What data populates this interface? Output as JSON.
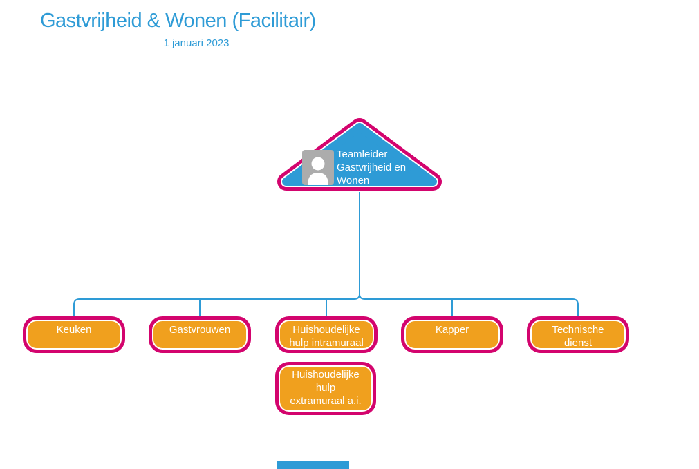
{
  "title": "Gastvrijheid & Wonen (Facilitair)",
  "subtitle": "1 januari 2023",
  "colors": {
    "accent_blue": "#2E9BD6",
    "border_magenta": "#D3046E",
    "node_orange": "#F0A01E",
    "node_text": "#FFFFFF",
    "icon_gray": "#ACACAC"
  },
  "root_node": {
    "label": "Teamleider\nGastvrijheid en\nWonen",
    "icon": "person-icon"
  },
  "child_nodes": [
    {
      "label": "Keuken"
    },
    {
      "label": "Gastvrouwen"
    },
    {
      "label": "Huishoudelijke\nhulp intramuraal"
    },
    {
      "label": "Kapper"
    },
    {
      "label": "Technische\ndienst"
    }
  ],
  "second_row_nodes": [
    {
      "label": "Huishoudelijke\nhulp\nextramuraal a.i."
    }
  ],
  "footer_bar": {
    "color": "#2E9BD6"
  }
}
